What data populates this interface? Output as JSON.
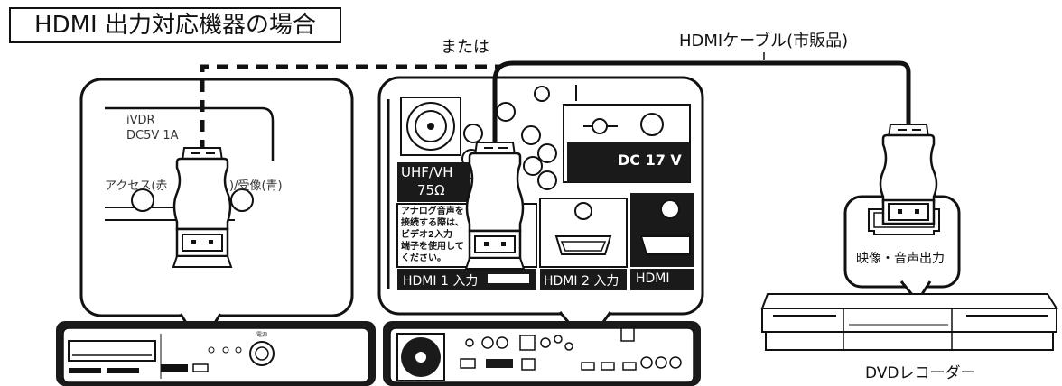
{
  "title": "HDMI 出力対応機器の場合",
  "or_label": "または",
  "cable_label": "HDMIケーブル(市販品)",
  "idvr_panel": {
    "line1": "iVDR",
    "line2": "DC5V 1A",
    "access_label": "アクセス(赤",
    "receive_label": ")/受像(青)"
  },
  "tuner_panel": {
    "uhf_line1": "UHF/VH",
    "uhf_line2": "75Ω",
    "dc_label": "DC 17 V",
    "note_lines": [
      "アナログ音声を",
      "接続する際は、",
      "ビデオ2入力",
      "端子を使用して",
      "ください。"
    ],
    "hdmi1": "HDMI 1 入力",
    "hdmi2": "HDMI 2 入力",
    "hdmi3": "HDMI"
  },
  "dvd": {
    "output_label": "映像・音声出力",
    "device_label": "DVDレコーダー"
  },
  "front_panel_tiny": "電源",
  "colors": {
    "ink": "#111111",
    "panel_fill": "#ffffff",
    "dark": "#1a1a1a"
  }
}
